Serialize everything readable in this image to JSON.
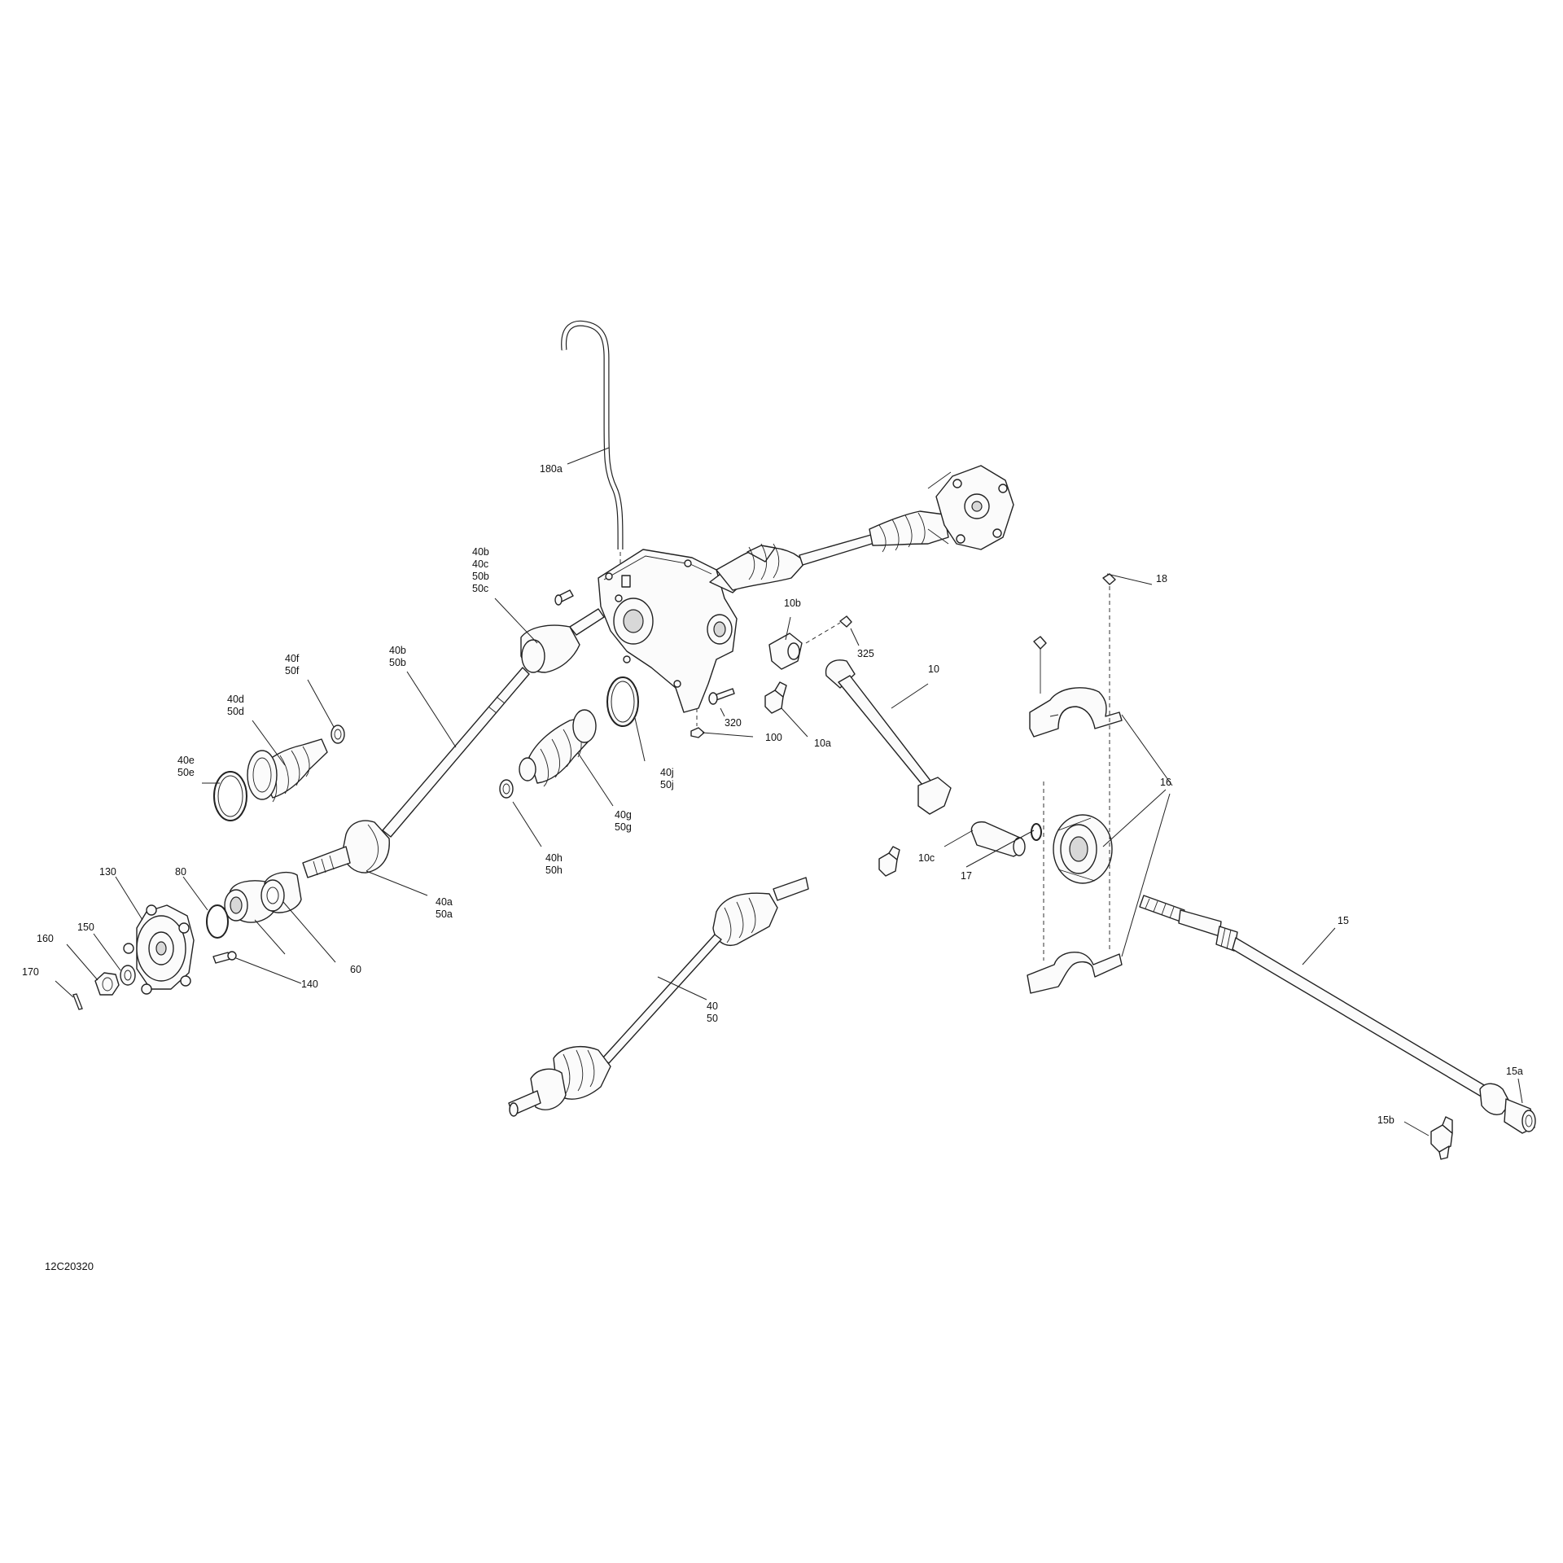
{
  "diagram": {
    "doc_id": "12C20320",
    "callouts": [
      {
        "key": "c180a",
        "lines": [
          "180a"
        ]
      },
      {
        "key": "c40b_group",
        "lines": [
          "40b",
          "40c",
          "50b",
          "50c"
        ]
      },
      {
        "key": "c40b50b",
        "lines": [
          "40b",
          "50b"
        ]
      },
      {
        "key": "c40f50f",
        "lines": [
          "40f",
          "50f"
        ]
      },
      {
        "key": "c40d50d",
        "lines": [
          "40d",
          "50d"
        ]
      },
      {
        "key": "c40e50e",
        "lines": [
          "40e",
          "50e"
        ]
      },
      {
        "key": "c40j50j",
        "lines": [
          "40j",
          "50j"
        ]
      },
      {
        "key": "c40g50g",
        "lines": [
          "40g",
          "50g"
        ]
      },
      {
        "key": "c40h50h",
        "lines": [
          "40h",
          "50h"
        ]
      },
      {
        "key": "c40a50a",
        "lines": [
          "40a",
          "50a"
        ]
      },
      {
        "key": "c4050",
        "lines": [
          "40",
          "50"
        ]
      },
      {
        "key": "c10b",
        "lines": [
          "10b"
        ]
      },
      {
        "key": "c325",
        "lines": [
          "325"
        ]
      },
      {
        "key": "c10",
        "lines": [
          "10"
        ]
      },
      {
        "key": "c320",
        "lines": [
          "320"
        ]
      },
      {
        "key": "c10a",
        "lines": [
          "10a"
        ]
      },
      {
        "key": "c100",
        "lines": [
          "100"
        ]
      },
      {
        "key": "c10c",
        "lines": [
          "10c"
        ]
      },
      {
        "key": "c17",
        "lines": [
          "17"
        ]
      },
      {
        "key": "c18",
        "lines": [
          "18"
        ]
      },
      {
        "key": "c16",
        "lines": [
          "16"
        ]
      },
      {
        "key": "c15",
        "lines": [
          "15"
        ]
      },
      {
        "key": "c15a",
        "lines": [
          "15a"
        ]
      },
      {
        "key": "c15b",
        "lines": [
          "15b"
        ]
      },
      {
        "key": "c130",
        "lines": [
          "130"
        ]
      },
      {
        "key": "c80",
        "lines": [
          "80"
        ]
      },
      {
        "key": "c150",
        "lines": [
          "150"
        ]
      },
      {
        "key": "c160",
        "lines": [
          "160"
        ]
      },
      {
        "key": "c170",
        "lines": [
          "170"
        ]
      },
      {
        "key": "c60",
        "lines": [
          "60"
        ]
      },
      {
        "key": "c140",
        "lines": [
          "140"
        ]
      }
    ]
  }
}
